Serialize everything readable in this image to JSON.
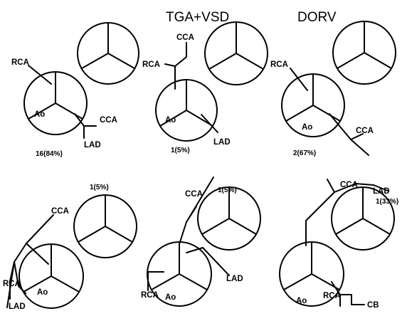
{
  "headings": {
    "tga_vsd": "TGA+VSD",
    "dorv": "DORV"
  },
  "panels": [
    {
      "labels": {
        "rca": "RCA",
        "ao": "Ao",
        "cca": "CCA",
        "lad": "LAD"
      },
      "frequency": "16(84%)"
    },
    {
      "labels": {
        "rca": "RCA",
        "ao": "Ao",
        "cca": "CCA",
        "lad": "LAD"
      },
      "frequency": "1(5%)"
    },
    {
      "labels": {
        "rca": "RCA",
        "ao": "Ao",
        "cca": "CCA"
      },
      "frequency": "2(67%)"
    },
    {
      "labels": {
        "rca": "RCA",
        "ao": "Ao",
        "cca": "CCA",
        "lad": "LAD"
      },
      "frequency": "1(5%)"
    },
    {
      "labels": {
        "rca": "RCA",
        "ao": "Ao",
        "cca": "CCA",
        "lad": "LAD"
      },
      "frequency": "1(5%)"
    },
    {
      "labels": {
        "rca": "RCA",
        "ao": "Ao",
        "cca": "CCA",
        "lad": "LAD",
        "cb": "CB"
      },
      "frequency": "1(33%)"
    }
  ]
}
